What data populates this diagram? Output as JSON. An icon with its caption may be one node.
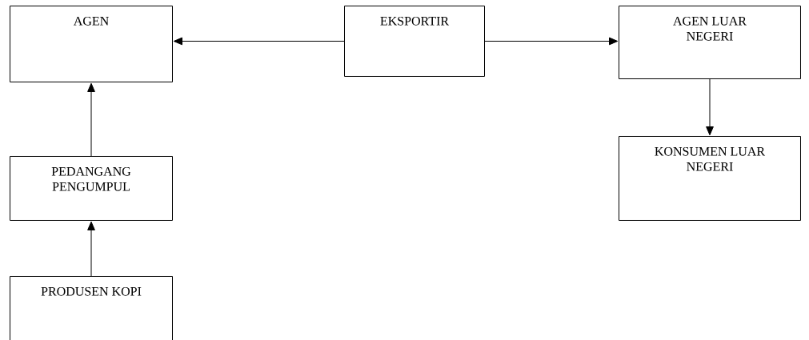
{
  "diagram": {
    "nodes": [
      {
        "text": [
          "AGEN"
        ]
      },
      {
        "text": [
          "EKSPORTIR"
        ]
      },
      {
        "text": [
          "AGEN LUAR NEGERI"
        ]
      },
      {
        "text": [
          "KONSUMEN LUAR NEGERI"
        ]
      },
      {
        "text": [
          "PEDANGANG PENGUMPUL"
        ]
      },
      {
        "text": [
          "PRODUSEN KOPI"
        ]
      }
    ],
    "edges": [
      {
        "from": 1,
        "to": 0,
        "arrow": "to"
      },
      {
        "from": 1,
        "to": 2,
        "arrow": "to"
      },
      {
        "from": 2,
        "to": 3,
        "arrow": "to"
      },
      {
        "from": 4,
        "to": 0,
        "arrow": "to"
      },
      {
        "from": 5,
        "to": 4,
        "arrow": "to"
      }
    ]
  }
}
